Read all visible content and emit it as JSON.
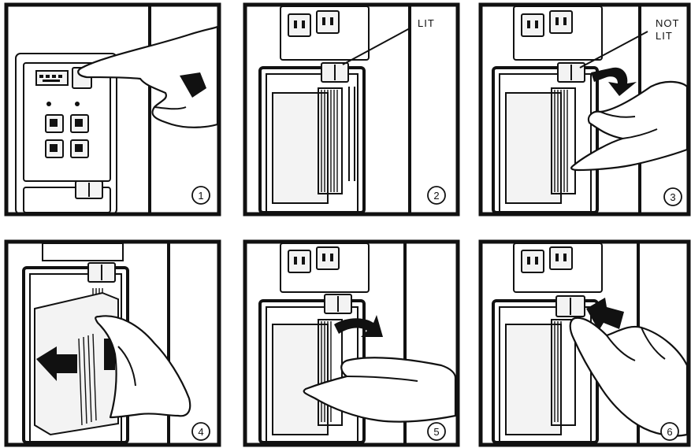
{
  "panels": [
    {
      "step": "1"
    },
    {
      "step": "2",
      "callout": "LIT"
    },
    {
      "step": "3",
      "callout_line1": "NOT",
      "callout_line2": "LIT"
    },
    {
      "step": "4"
    },
    {
      "step": "5"
    },
    {
      "step": "6"
    }
  ]
}
